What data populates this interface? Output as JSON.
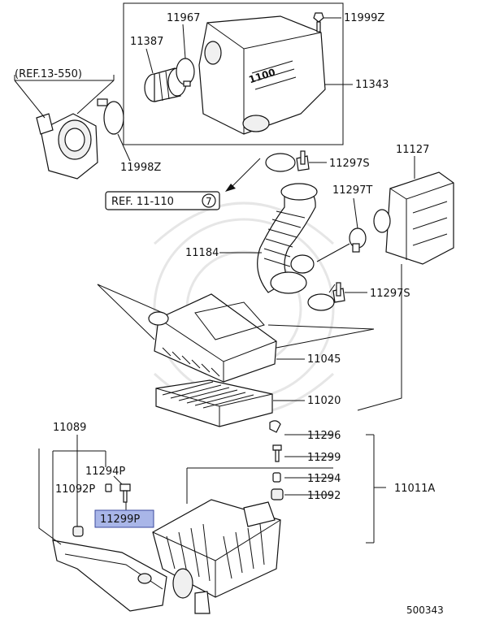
{
  "labels": {
    "ref_13_550": "(REF.13-550)",
    "p11967": "11967",
    "p11387": "11387",
    "p11999Z": "11999Z",
    "p11343": "11343",
    "p11998Z": "11998Z",
    "ref_11_110": "REF. 11-110",
    "ref_11_110_num": "7",
    "p11297S_a": "11297S",
    "p11127": "11127",
    "p11297T": "11297T",
    "p11184": "11184",
    "p11297S_b": "11297S",
    "p11045": "11045",
    "p11020": "11020",
    "p11089": "11089",
    "p11296": "11296",
    "p11294P": "11294P",
    "p11299": "11299",
    "p11092P": "11092P",
    "p11294": "11294",
    "p11011A": "11011A",
    "p11092": "11092",
    "p11299P": "11299P",
    "diagram_number": "500343"
  },
  "highlighted_part": "11299P",
  "colors": {
    "highlight_fill": "#a9b6e8",
    "line": "#111111"
  },
  "resonator_text": {
    "line1": "1100"
  }
}
